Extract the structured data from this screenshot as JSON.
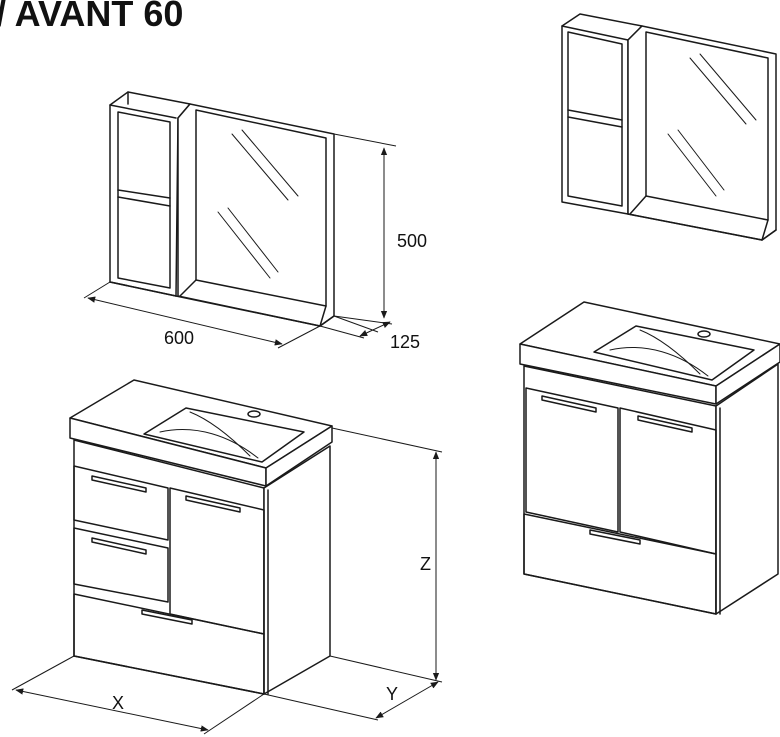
{
  "header": {
    "title": "/ AVANT 60"
  },
  "mirror_dimensions": {
    "height": "500",
    "width": "600",
    "depth": "125"
  },
  "cabinet_dimensions": {
    "width": "X",
    "depth": "Y",
    "height": "Z"
  }
}
